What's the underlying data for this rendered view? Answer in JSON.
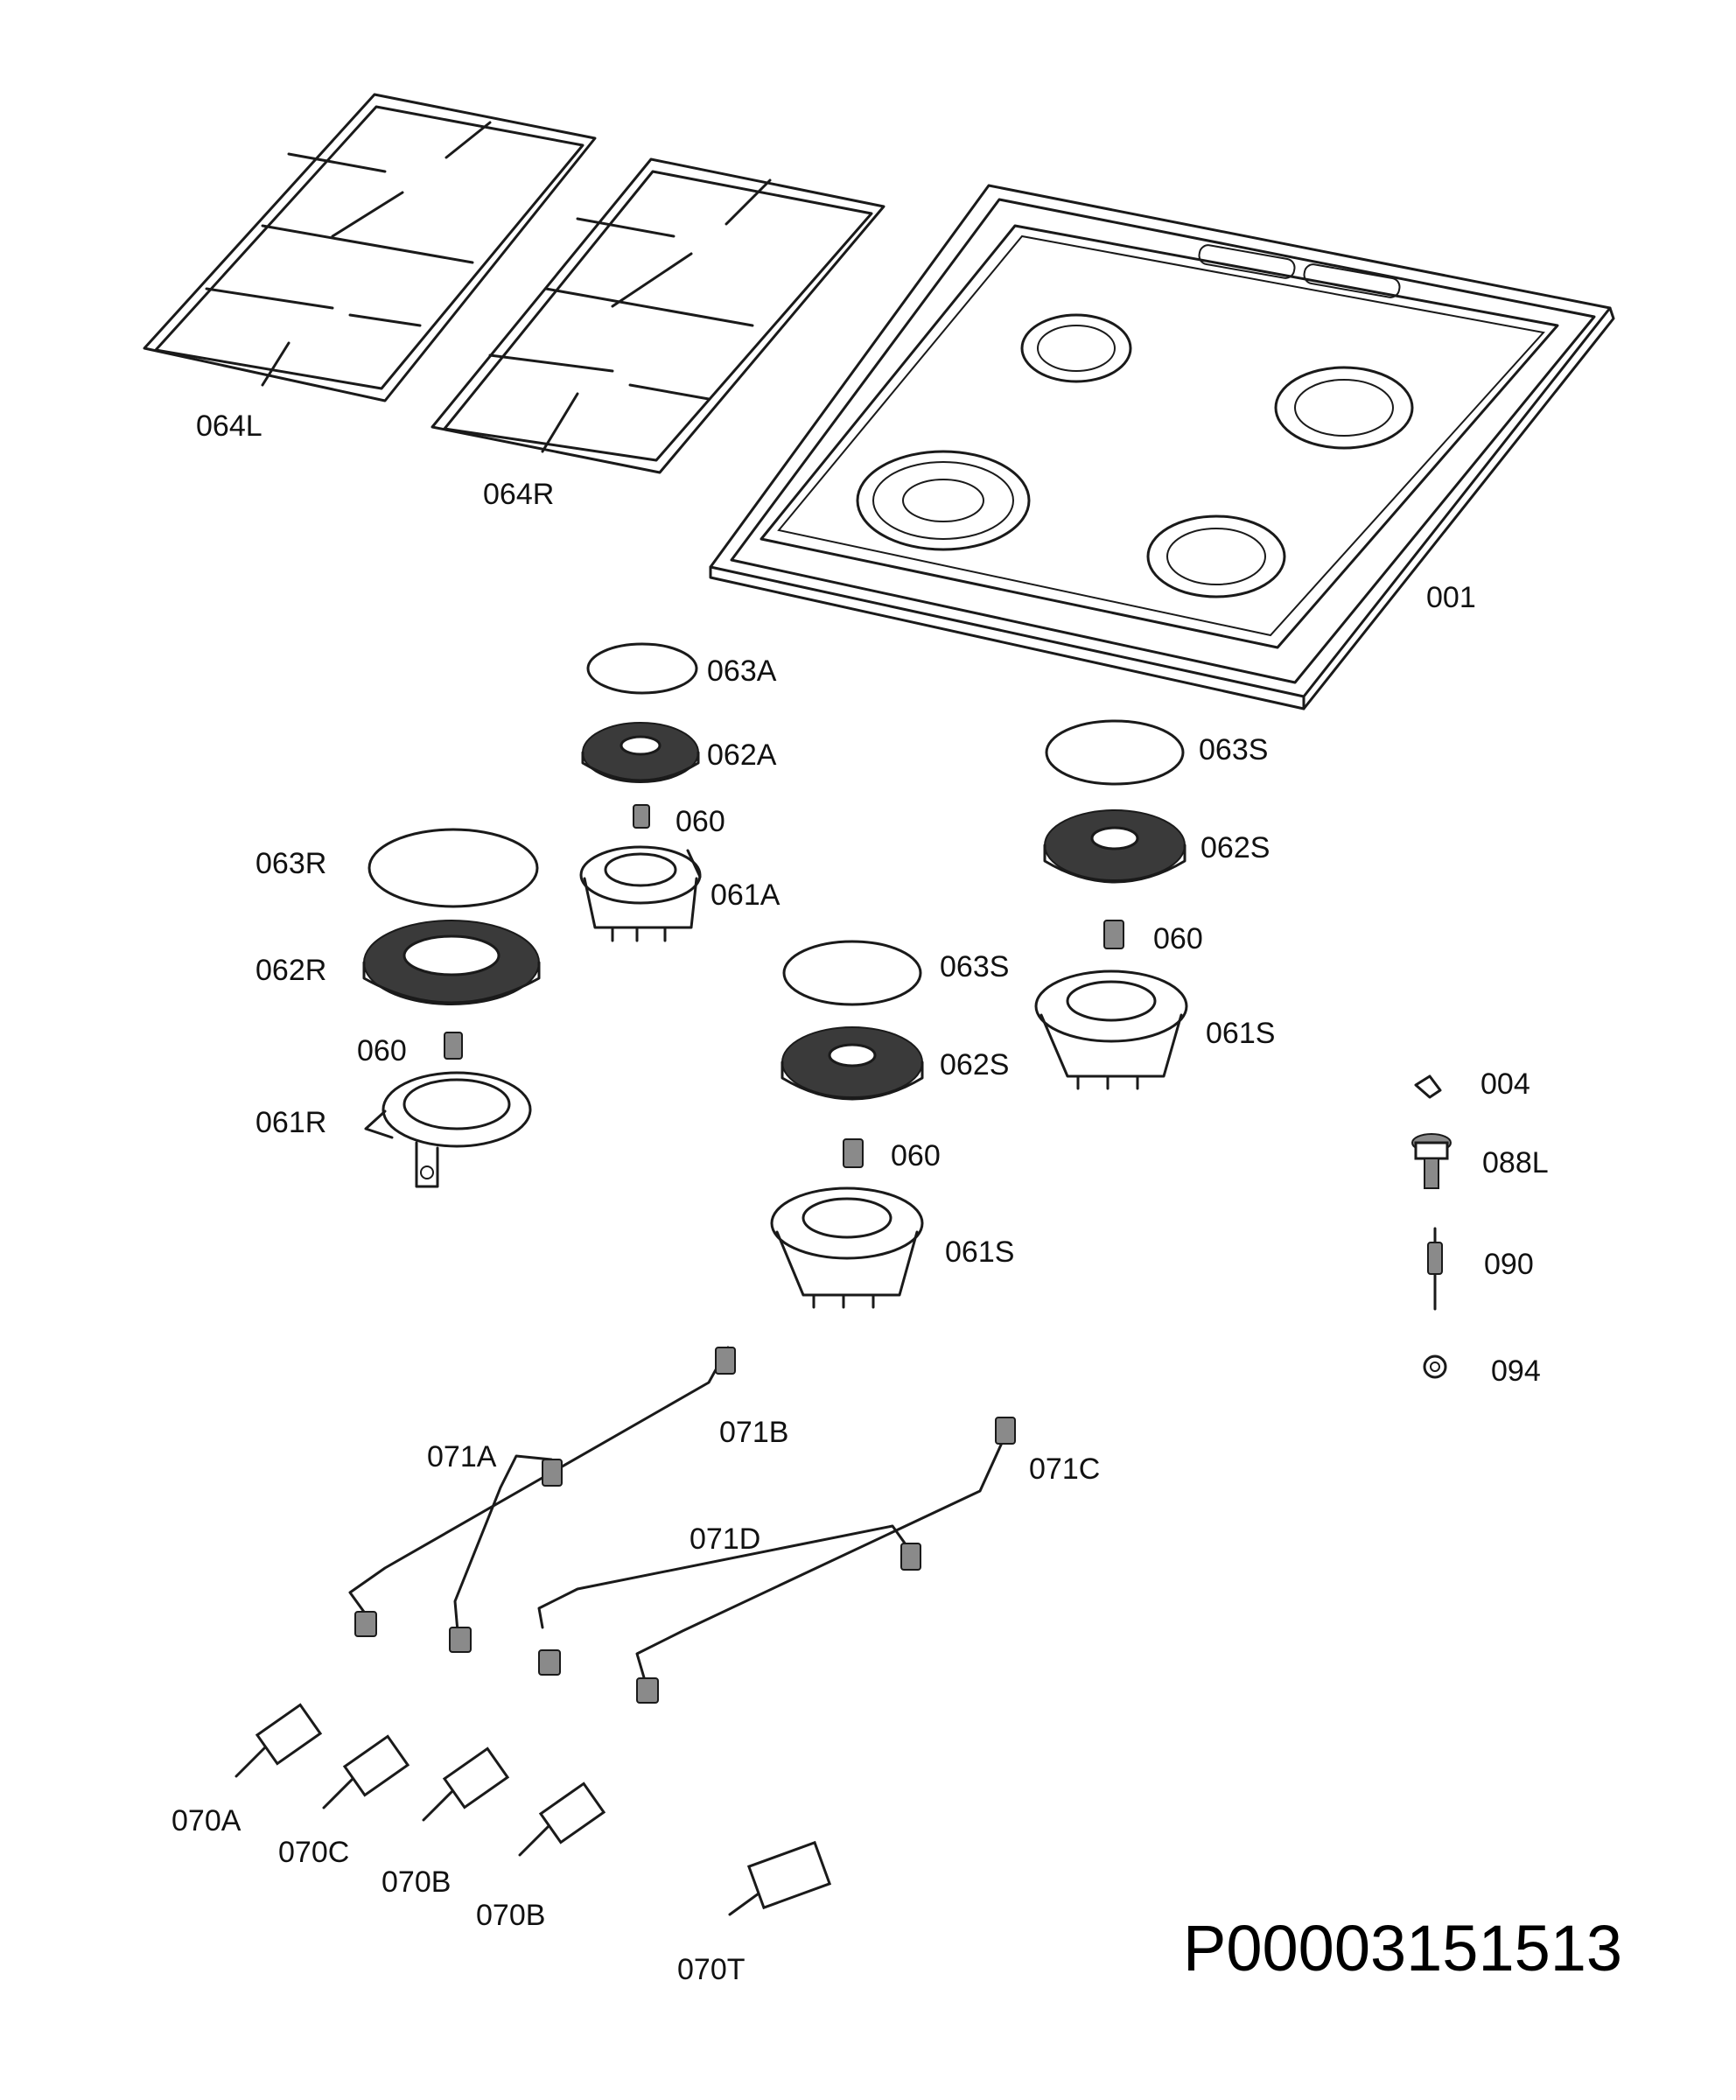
{
  "document_id": "P00003151513",
  "labels": {
    "part_064L": "064L",
    "part_064R": "064R",
    "part_001": "001",
    "part_063A": "063A",
    "part_062A": "062A",
    "part_060_a": "060",
    "part_061A": "061A",
    "part_063S_right": "063S",
    "part_062S_right": "062S",
    "part_060_s_right": "060",
    "part_061S_right": "061S",
    "part_063R": "063R",
    "part_062R": "062R",
    "part_060_r": "060",
    "part_061R": "061R",
    "part_063S_mid": "063S",
    "part_062S_mid": "062S",
    "part_060_s_mid": "060",
    "part_061S_mid": "061S",
    "part_004": "004",
    "part_088L": "088L",
    "part_090": "090",
    "part_094": "094",
    "part_071A": "071A",
    "part_071B": "071B",
    "part_071C": "071C",
    "part_071D": "071D",
    "part_070A": "070A",
    "part_070C": "070C",
    "part_070B_1": "070B",
    "part_070B_2": "070B",
    "part_070T": "070T"
  }
}
